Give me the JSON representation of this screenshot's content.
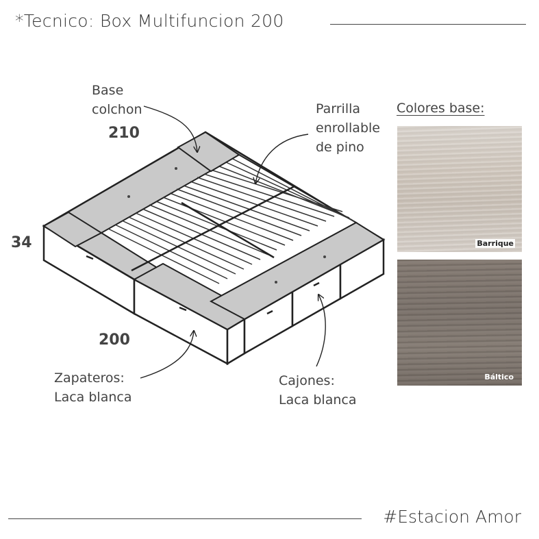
{
  "title": "*Tecnico: Box Multifuncion 200",
  "footer": "#Estacion Amor",
  "labels": {
    "base_colchon": [
      "Base",
      "colchon"
    ],
    "parrilla": [
      "Parrilla",
      "enrollable",
      "de pino"
    ],
    "zapateros": [
      "Zapateros:",
      "Laca blanca"
    ],
    "cajones": [
      "Cajones:",
      "Laca blanca"
    ]
  },
  "dimensions": {
    "length": "210",
    "width": "200",
    "height": "34"
  },
  "colors": {
    "heading": "Colores base:",
    "swatches": [
      {
        "name": "Barrique",
        "hex": "#cfc6bc"
      },
      {
        "name": "Báltico",
        "hex": "#7d746d"
      }
    ]
  }
}
